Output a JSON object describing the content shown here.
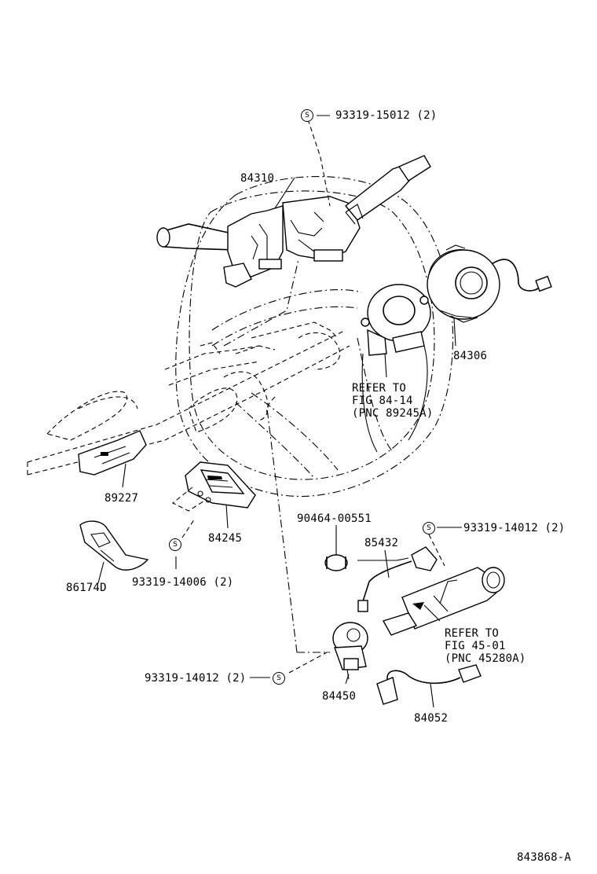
{
  "diagram": {
    "parts": {
      "p93319_15012": "93319-15012 (2)",
      "p84310": "84310",
      "p84306": "84306",
      "refer_8414_line1": "REFER TO",
      "refer_8414_line2": "FIG 84-14",
      "refer_8414_line3": "(PNC 89245A)",
      "p89227": "89227",
      "p84245": "84245",
      "p86174D": "86174D",
      "p93319_14006": "93319-14006 (2)",
      "p90464_00551": "90464-00551",
      "p85432": "85432",
      "p93319_14012_right": "93319-14012 (2)",
      "refer_4501_line1": "REFER TO",
      "refer_4501_line2": "FIG 45-01",
      "refer_4501_line3": "(PNC 45280A)",
      "p93319_14012_left": "93319-14012 (2)",
      "p84450": "84450",
      "p84052": "84052"
    },
    "screw_symbol": "S",
    "figure_id": "843868-A"
  }
}
